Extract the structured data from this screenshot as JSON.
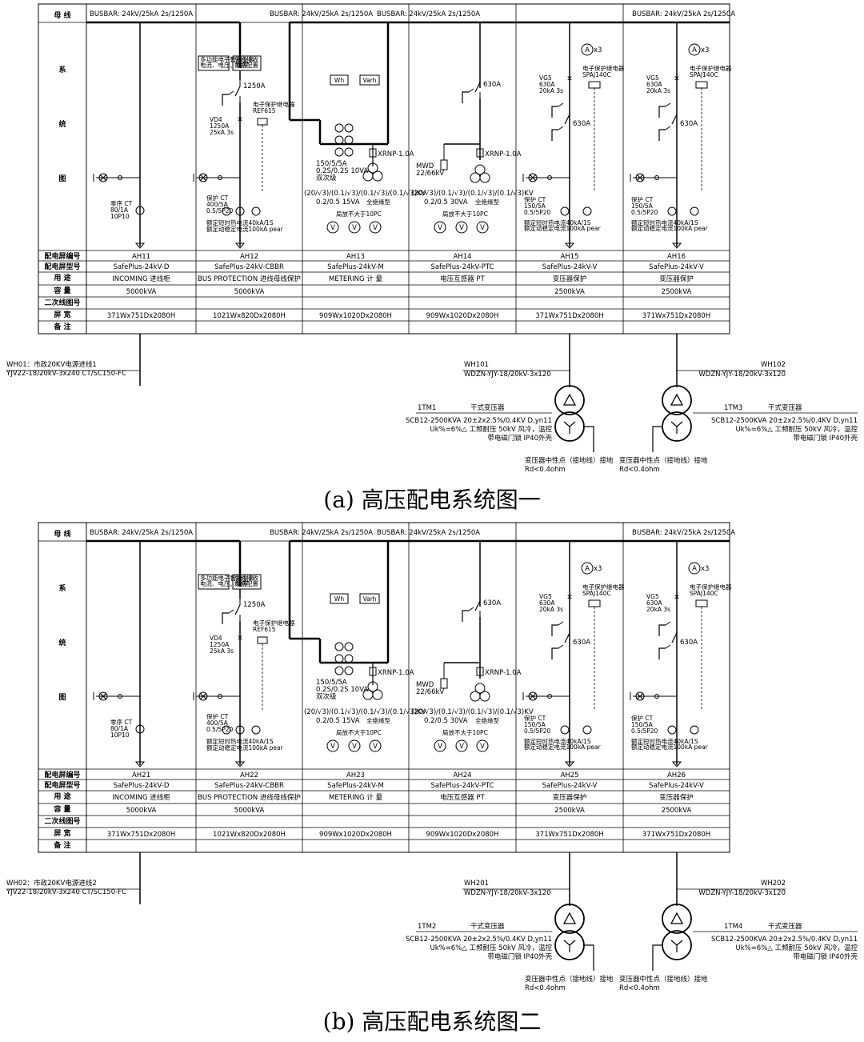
{
  "row_labels": {
    "busbar": "母 线",
    "sys1": "系",
    "sys2": "统",
    "sys3": "图",
    "cab_no": "配电屏编号",
    "cab_type": "配电屏型号",
    "usage": "用 途",
    "capacity": "容 量",
    "secondary": "二次线图号",
    "width": "屏 宽",
    "remark": "备 注"
  },
  "busbar_text": "BUSBAR: 24kV/25kA 2s/1250A",
  "common": {
    "in_ct": [
      "零序 CT",
      "80/1A",
      "10P10"
    ],
    "ah12_ct": [
      "保护 CT",
      "400/5A",
      "0.5/5P20"
    ],
    "ah12_rating": [
      "额定短时热电流40kA/1S",
      "额定动稳定电流100kA pear"
    ],
    "ah12_boxes": [
      "多功能电子智能仪表",
      "电流、电压、功率",
      "总线接收",
      "数据配置"
    ],
    "sw_1250": "1250A",
    "vd4": [
      "VD4",
      "1250A",
      "25kA 3s"
    ],
    "relay_ref": [
      "电子保护继电器",
      "REF615"
    ],
    "meter_wh": "Wh",
    "meter_varh": "Varh",
    "ah13_ct": [
      "150/5/5A",
      "0.2S/0.2S 10VA",
      "双次级"
    ],
    "xrnp": "XRNP-1.0A",
    "pt_ratio": "(20/√3)/(0.1/√3)/(0.1/√3)/(0.1/√3)KV",
    "pt_ah13": "0.2/0.5 15VA",
    "pt_ah14": "0.2/0.5 30VA",
    "pt_full": "全绝缘型",
    "pt_period": "局放不大于10PC",
    "mwd": [
      "MWD",
      "22/66kV"
    ],
    "sw_630": "630A",
    "vg5": [
      "VG5",
      "630A",
      "20kA 3s"
    ],
    "relay_spaj": [
      "电子保护继电器",
      "SPAJ140C"
    ],
    "ammeter": "x3",
    "tr_ct": [
      "保护 CT",
      "150/5A",
      "0.5/5P20"
    ],
    "tr_rating": [
      "额定短时热电流40kA/1S",
      "额定动稳定电流100kA pear"
    ],
    "volt_symbol": "V",
    "amp_symbol": "A",
    "types": [
      "SafePlus-24kV-D",
      "SafePlus-24kV-CBBR",
      "SafePlus-24kV-M",
      "SafePlus-24kV-PTC",
      "SafePlus-24kV-V",
      "SafePlus-24kV-V"
    ],
    "usages": [
      "INCOMING 进线柜",
      "BUS PROTECTION 进线母线保护",
      "METERING 计 量",
      "电压互感器 PT",
      "变压器保护",
      "变压器保护"
    ],
    "capacities": [
      "5000kVA",
      "5000kVA",
      "",
      "",
      "2500kVA",
      "2500kVA"
    ],
    "dims": [
      "371Wx751Dx2080H",
      "1021Wx820Dx2080H",
      "909Wx1020Dx2080H",
      "909Wx1020Dx2080H",
      "371Wx751Dx2080H",
      "371Wx751Dx2080H"
    ],
    "cable_out": "WDZN-YJY-18/20kV-3x120",
    "tr_name": "干式变压器",
    "tr_spec": [
      "SCB12-2500KVA 20±2x2.5%/0.4KV D,yn11",
      "Uk%=6%△ 工频耐压 50kV 风冷，温控",
      "带电磁门锁 IP40外壳"
    ],
    "neutral": [
      "变压器中性点（接地线）接地",
      "Rd<0.4ohm"
    ]
  },
  "panels": [
    {
      "cabinets": [
        "AH11",
        "AH12",
        "AH13",
        "AH14",
        "AH15",
        "AH16"
      ],
      "incoming": [
        "WH01：市政20KV电源进线1",
        "YJV22-18/20kV-3x240 CT/SC150-FC"
      ],
      "feeders": [
        "WH101",
        "WH102"
      ],
      "transformers": [
        "1TM1",
        "1TM3"
      ],
      "caption": "(a) 高压配电系统图一"
    },
    {
      "cabinets": [
        "AH21",
        "AH22",
        "AH23",
        "AH24",
        "AH25",
        "AH26"
      ],
      "incoming": [
        "WH02：市政20KV电源进线2",
        "YJV22-18/20kV-3x240 CT/SC150-FC"
      ],
      "feeders": [
        "WH201",
        "WH202"
      ],
      "transformers": [
        "1TM2",
        "1TM4"
      ],
      "caption": "(b) 高压配电系统图二"
    }
  ]
}
